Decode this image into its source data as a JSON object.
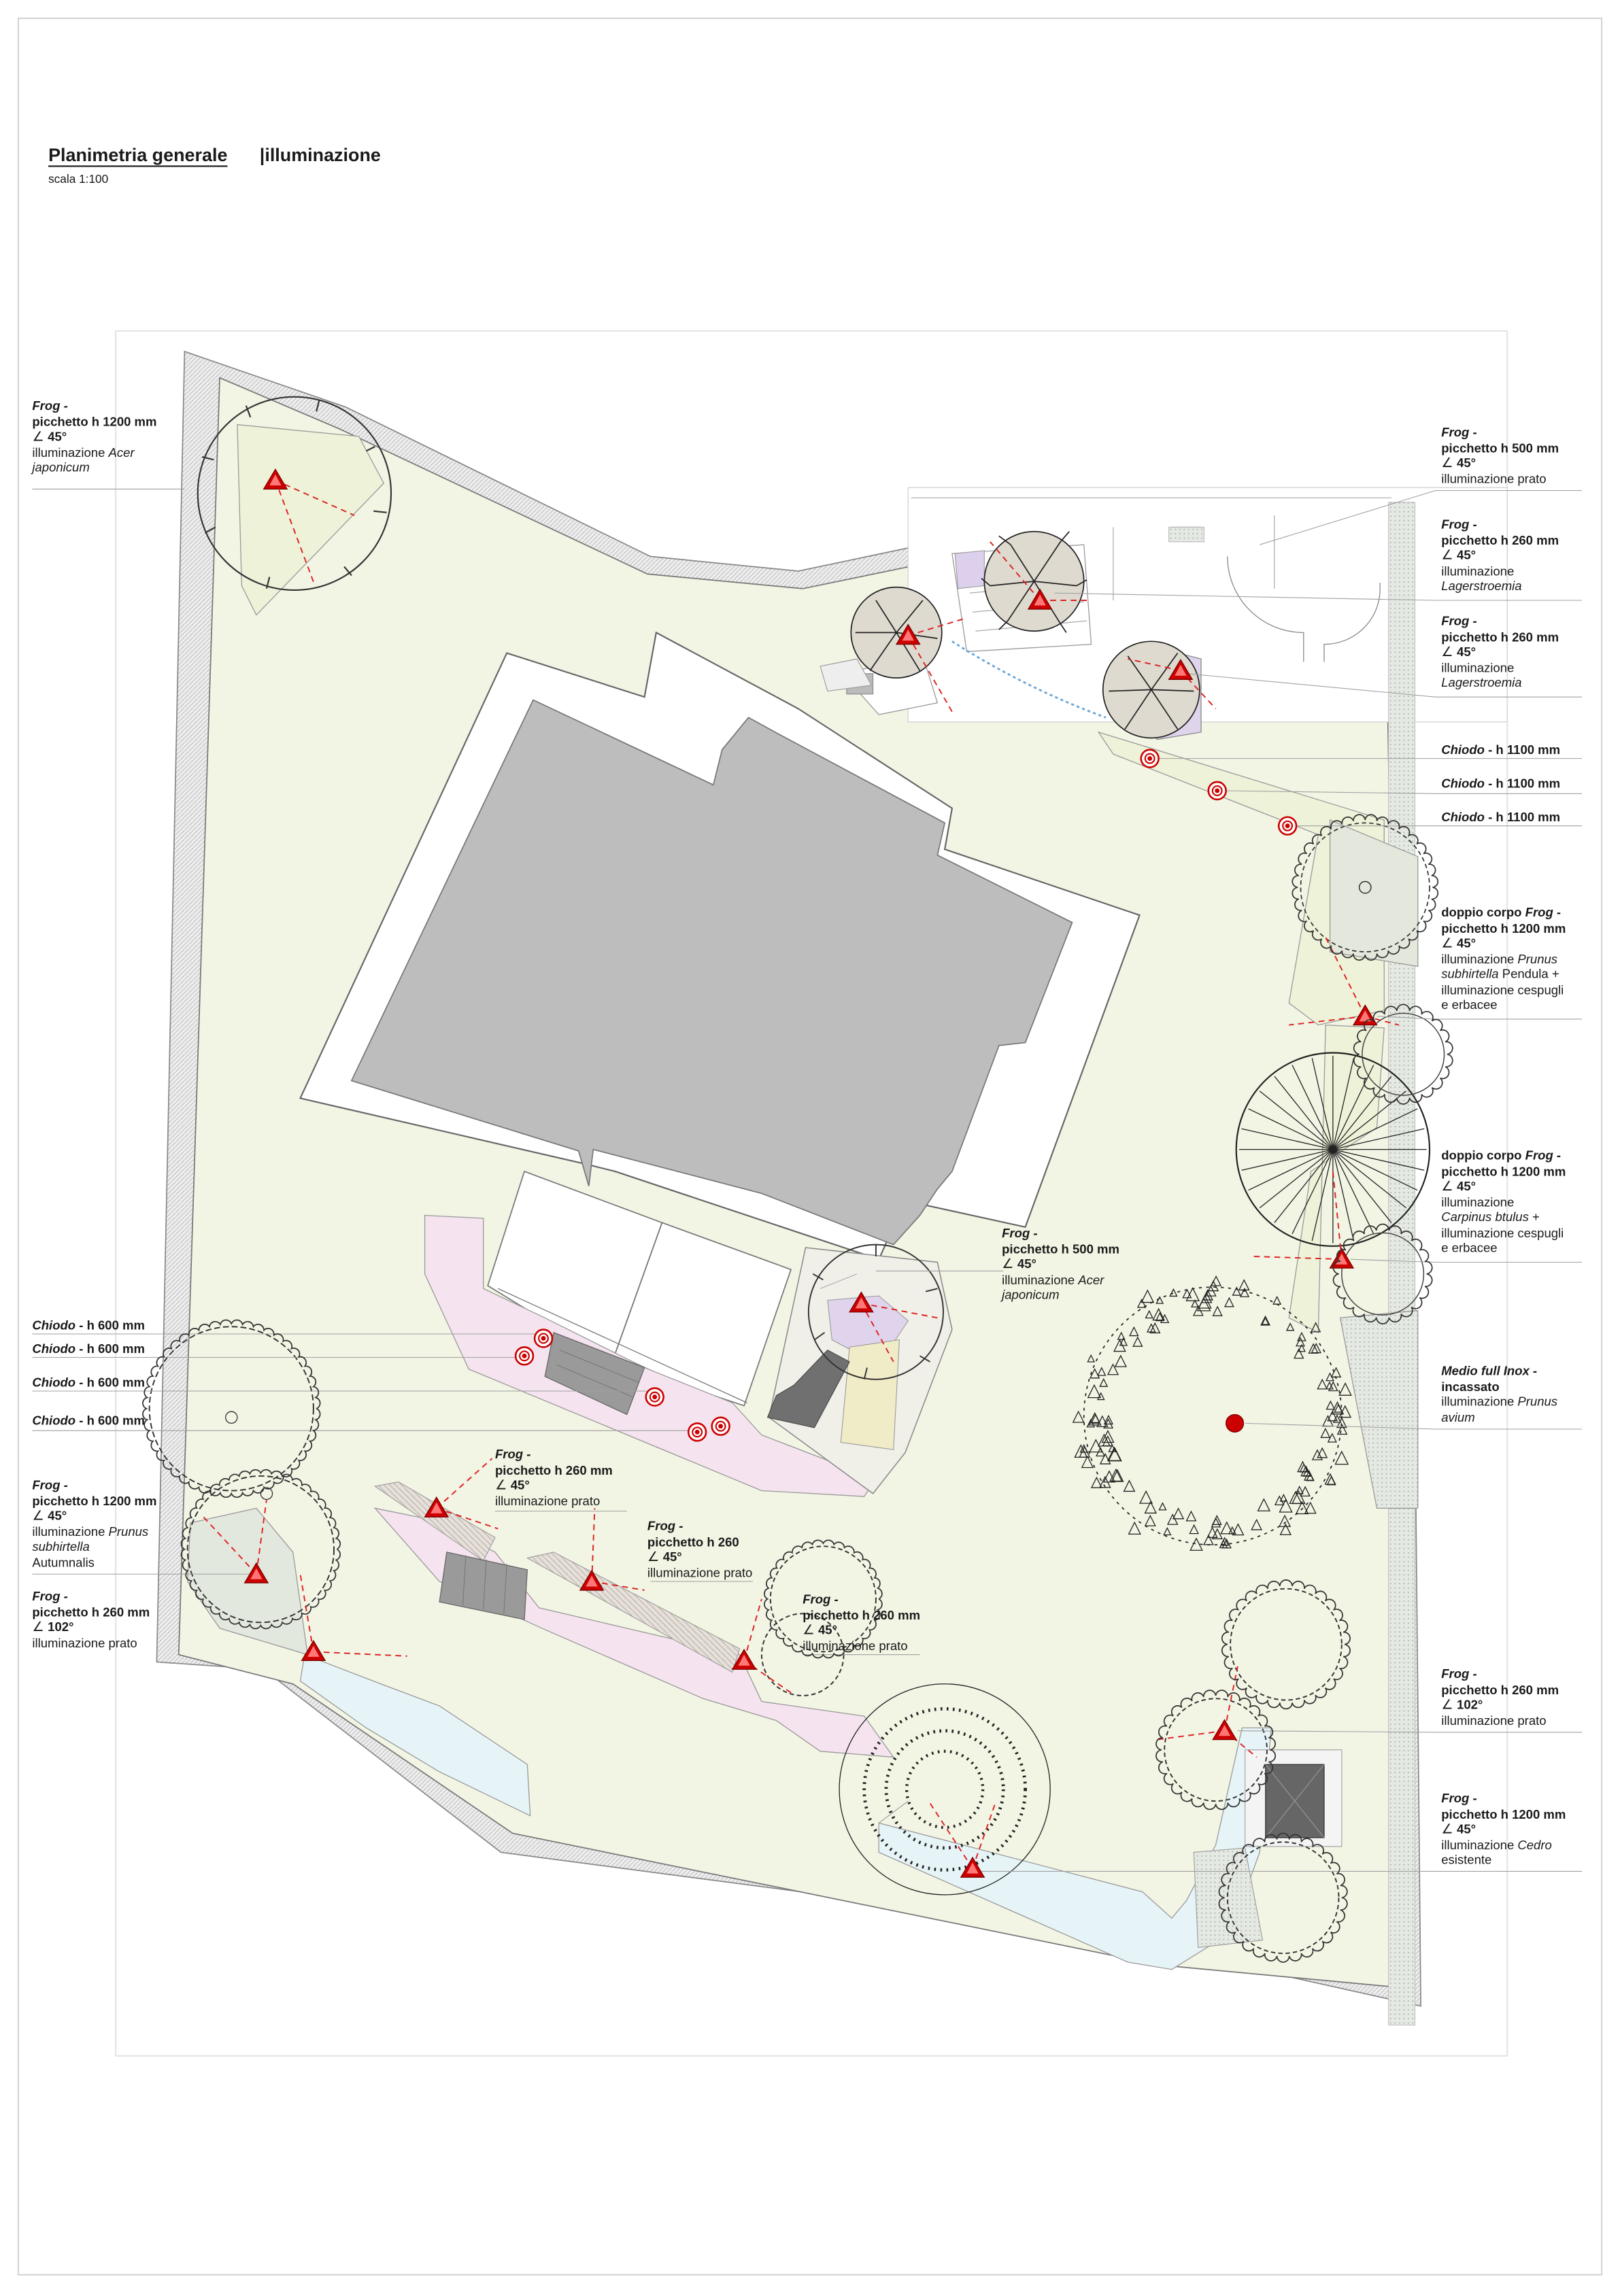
{
  "header": {
    "title": "Planimetria generale",
    "subtitle": "|illuminazione",
    "scale": "scala 1:100"
  },
  "colors": {
    "lawn": "#f2f4e4",
    "building": "#bdbdbd",
    "light_marker": "#cc0000",
    "leader_line": "#999999",
    "path_blue": "#e6f4f8",
    "path_pink": "#f5e4ef"
  },
  "icons": {
    "light_frog": "red-triangle-icon",
    "light_chiodo": "red-ring-icon",
    "light_medio": "red-dot-icon",
    "angle": "angle-icon"
  },
  "labels": {
    "frog_acer_nw": {
      "name": "Frog -",
      "sub": "picchetto h 1200 mm",
      "angle": "45°",
      "desc": "illuminazione",
      "desc_it": "Acer",
      "desc2_it": "japonicum"
    },
    "frog_prato_top": {
      "name": "Frog -",
      "sub": "picchetto h 500 mm",
      "angle": "45°",
      "desc": "illuminazione prato"
    },
    "frog_lager_1": {
      "name": "Frog -",
      "sub": "picchetto h 260 mm",
      "angle": "45°",
      "desc": "illuminazione",
      "desc2_it": "Lagerstroemia"
    },
    "frog_lager_2": {
      "name": "Frog -",
      "sub": "picchetto h 260 mm",
      "angle": "45°",
      "desc": "illuminazione",
      "desc2_it": "Lagerstroemia"
    },
    "chiodo_r1": {
      "name": "Chiodo",
      "sub": " - h 1100 mm"
    },
    "chiodo_r2": {
      "name": "Chiodo",
      "sub": " - h 1100 mm"
    },
    "chiodo_r3": {
      "name": "Chiodo",
      "sub": " - h 1100 mm"
    },
    "doppio_prunus": {
      "pre": "doppio corpo ",
      "name": "Frog",
      "post": " -",
      "sub": "picchetto h 1200 mm",
      "angle": "45°",
      "desc": "illuminazione",
      "desc_it": "Prunus",
      "desc2_it": "subhirtella",
      "desc2": " Pendula +",
      "desc3": "illuminazione cespugli",
      "desc4": "e erbacee"
    },
    "doppio_carpinus": {
      "pre": "doppio corpo ",
      "name": "Frog",
      "post": " -",
      "sub": "picchetto h 1200 mm",
      "angle": "45°",
      "desc": "illuminazione",
      "desc2_it": "Carpinus btulus",
      "desc2": " +",
      "desc3": "illuminazione cespugli",
      "desc4": "e erbacee"
    },
    "medio_prunus": {
      "name": "Medio full Inox -",
      "sub": "incassato",
      "desc": "illuminazione",
      "desc_it": "Prunus",
      "desc2_it": "avium"
    },
    "frog_prato_r": {
      "name": "Frog -",
      "sub": "picchetto h 260 mm",
      "angle": "102°",
      "desc": "illuminazione prato"
    },
    "frog_cedro": {
      "name": "Frog -",
      "sub": "picchetto h 1200 mm",
      "angle": "45°",
      "desc": "illuminazione",
      "desc_it": "Cedro",
      "desc2": "esistente"
    },
    "frog_acer_c": {
      "name": "Frog -",
      "sub": "picchetto h 500 mm",
      "angle": "45°",
      "desc": "illuminazione",
      "desc_it": "Acer",
      "desc2_it": "japonicum"
    },
    "chiodo_l1": {
      "name": "Chiodo",
      "sub": " - h 600 mm"
    },
    "chiodo_l2": {
      "name": "Chiodo",
      "sub": " - h 600 mm"
    },
    "chiodo_l3": {
      "name": "Chiodo",
      "sub": " - h 600 mm"
    },
    "chiodo_l4": {
      "name": "Chiodo",
      "sub": " - h 600 mm"
    },
    "frog_prunus_l": {
      "name": "Frog -",
      "sub": "picchetto h 1200 mm",
      "angle": "45°",
      "desc": "illuminazione",
      "desc_it": "Prunus",
      "desc2_it": "subhirtella",
      "desc3": "Autumnalis"
    },
    "frog_prato_l": {
      "name": "Frog -",
      "sub": "picchetto h 260 mm",
      "angle": "102°",
      "desc": "illuminazione prato"
    },
    "frog_prato_c1": {
      "name": "Frog -",
      "sub": "picchetto h 260 mm",
      "angle": "45°",
      "desc": "illuminazione prato"
    },
    "frog_prato_c2": {
      "name": "Frog -",
      "sub": "picchetto h 260",
      "angle": "45°",
      "desc": "illuminazione prato"
    },
    "frog_prato_c3": {
      "name": "Frog -",
      "sub": "picchetto h 260 mm",
      "angle": "45°",
      "desc": "illuminazione prato"
    }
  }
}
